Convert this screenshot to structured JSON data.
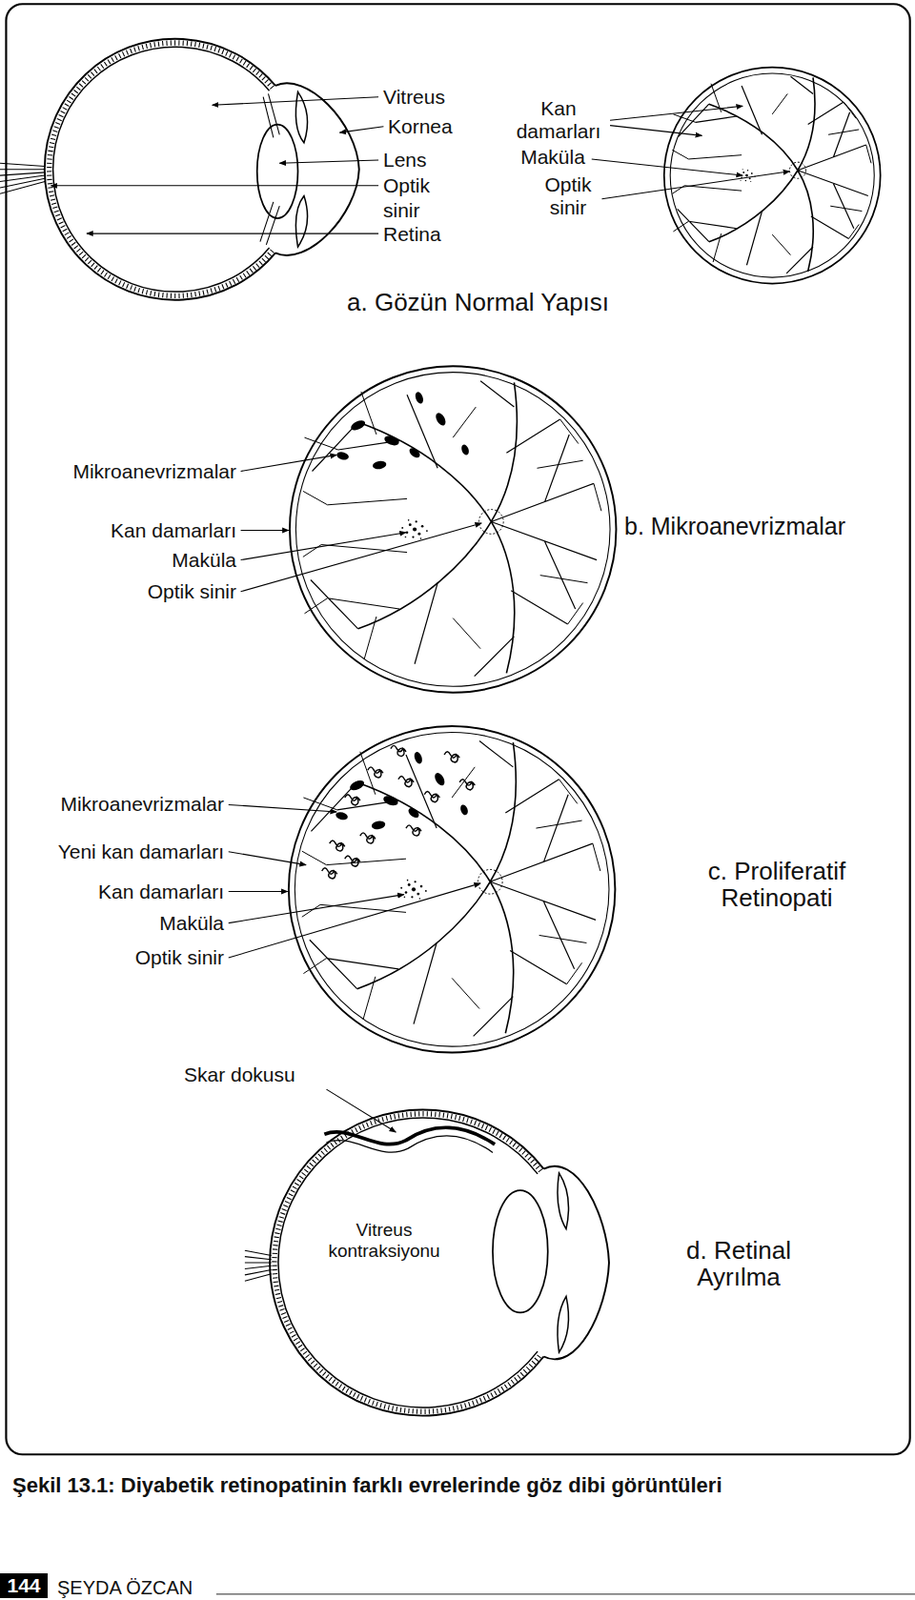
{
  "diagram": {
    "caption": "Şekil 13.1: Diyabetik retinopatinin farklı evrelerinde göz dibi görüntüleri",
    "nodes": [
      {
        "text": [
          "144"
        ]
      }
    ],
    "edges": [],
    "labels": [
      "Vitreus",
      "Kornea",
      "Lens",
      "Optik sinir",
      "Retina",
      "Kan damarları",
      "Maküla",
      "Optik sinir",
      "a. Gözün Normal Yapısı",
      "Mikroanevrizmalar",
      "Kan damarları",
      "Maküla",
      "Optik sinir",
      "b. Mikroanevrizmalar",
      "Mikroanevrizmalar",
      "Yeni kan damarları",
      "Kan damarları",
      "Maküla",
      "Optik sinir",
      "c. Proliferatif Retinopati",
      "Skar dokusu",
      "Vitreus kontraksiyonu",
      "d. Retinal Ayrılma",
      "ŞEYDA ÖZCAN"
    ]
  }
}
